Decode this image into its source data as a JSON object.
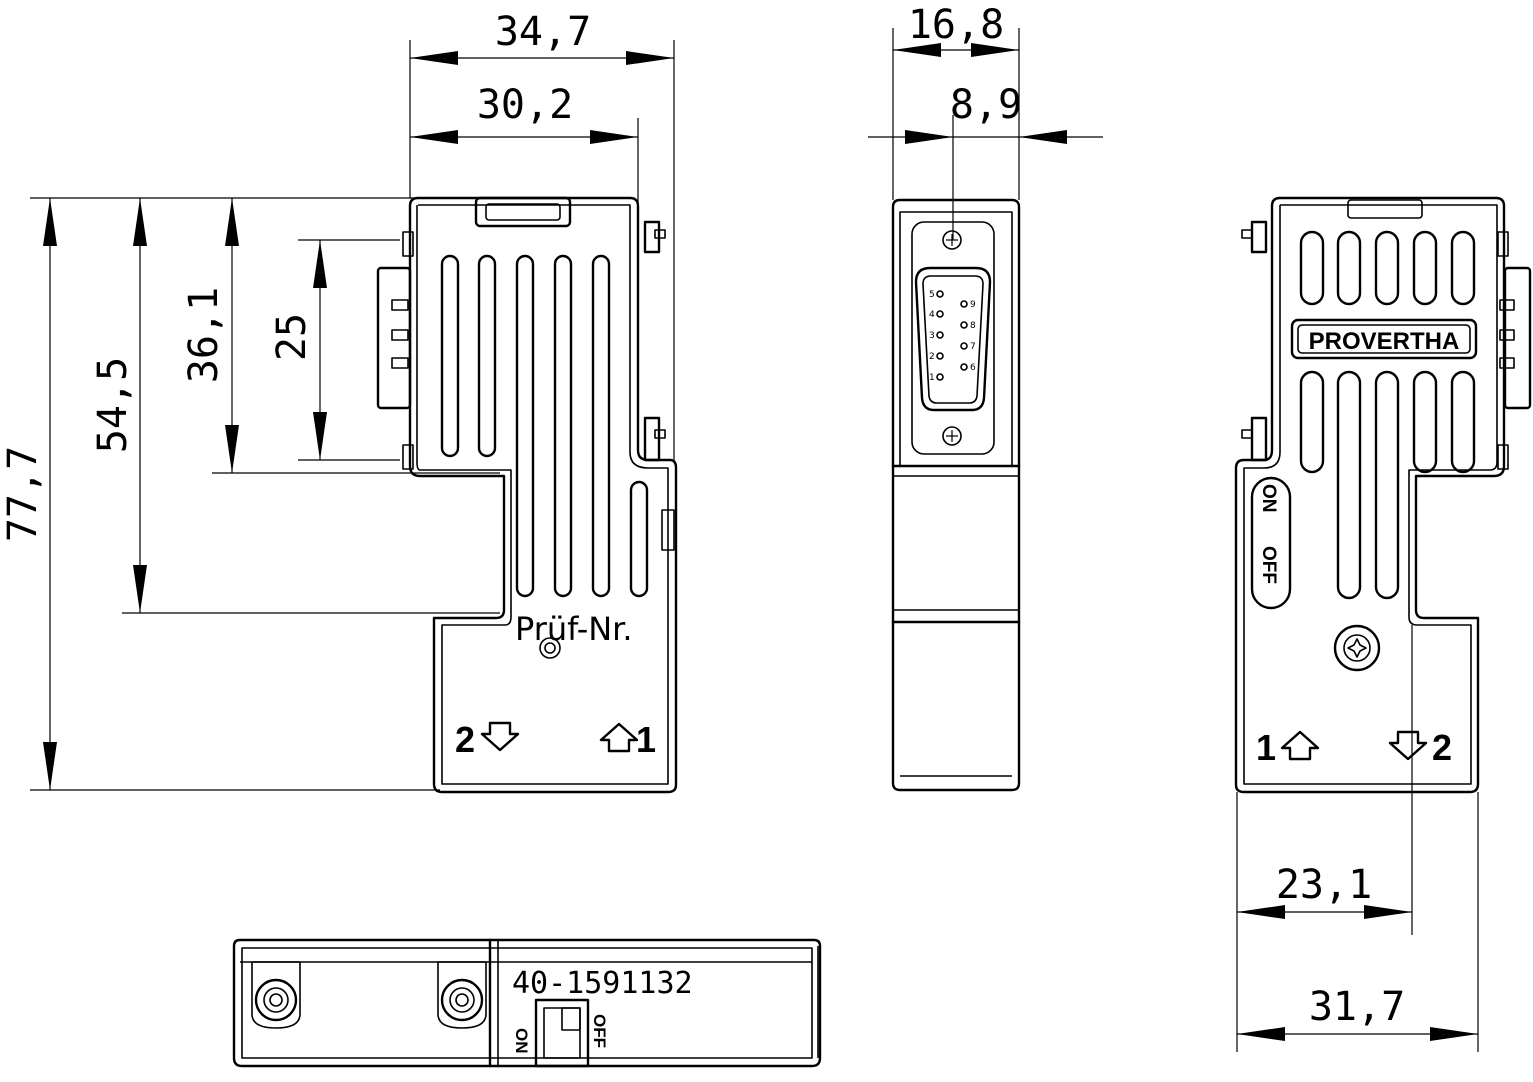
{
  "dimensions": {
    "width_total": "34,7",
    "width_inner": "30,2",
    "height_total": "77,7",
    "height_mid": "54,5",
    "height_upper": "36,1",
    "height_plug": "25",
    "depth_total": "16,8",
    "depth_plug": "8,9",
    "bottom_inner": "23,1",
    "bottom_total": "31,7"
  },
  "labels": {
    "front_left": "2",
    "front_right": "1",
    "back_left": "1",
    "back_right": "2",
    "test_number": "Prüf-Nr.",
    "brand": "PROVERTHA",
    "switch_on": "ON",
    "switch_off": "OFF",
    "part_number": "40-1591132",
    "bottom_on": "ON",
    "bottom_off": "OFF"
  },
  "pins": [
    "6",
    "7",
    "8",
    "9",
    "1",
    "2",
    "3",
    "4",
    "5"
  ]
}
